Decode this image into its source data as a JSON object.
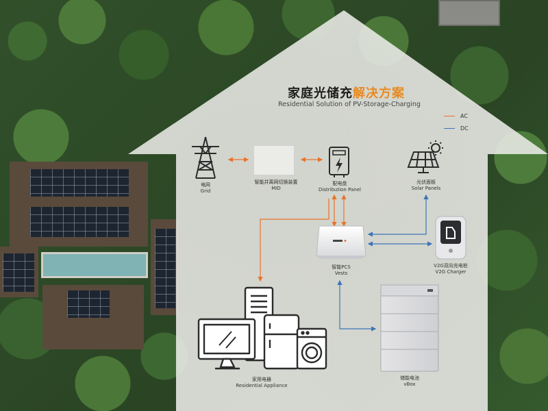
{
  "title": {
    "main": "家庭光储充",
    "accent": "解决方案"
  },
  "subtitle": "Residential Solution of PV-Storage-Charging",
  "legend": [
    {
      "label": "AC",
      "color": "#e8742a"
    },
    {
      "label": "DC",
      "color": "#3d74b8"
    }
  ],
  "nodes": {
    "grid": {
      "cn": "电网",
      "en": "Grid"
    },
    "mid": {
      "cn": "智能并离网切换装置",
      "en": "MID"
    },
    "distribution": {
      "cn": "配电盘",
      "en": "Distribution Panel"
    },
    "solar": {
      "cn": "光伏面板",
      "en": "Solar Panels"
    },
    "pcs": {
      "cn": "智能PCS",
      "en": "Vests"
    },
    "charger": {
      "cn": "V2G双向充电桩",
      "en": "V2G Charger"
    },
    "appliance": {
      "cn": "家用电器",
      "en": "Residential Appliance"
    },
    "battery": {
      "cn": "储能电池",
      "en": "vBox"
    }
  },
  "colors": {
    "ac": "#e8742a",
    "dc": "#3d74b8",
    "accent": "#e98a1e"
  }
}
